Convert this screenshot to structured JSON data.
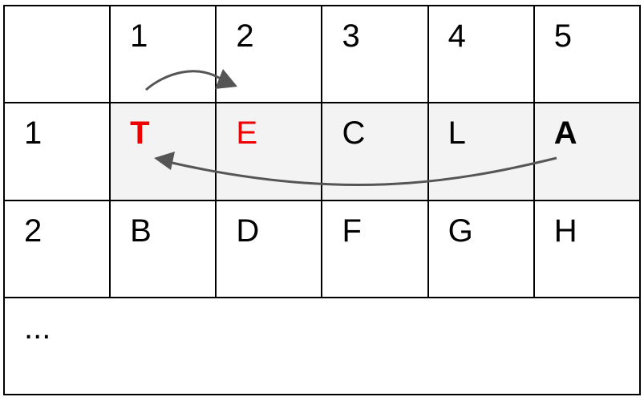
{
  "header": [
    "",
    "1",
    "2",
    "3",
    "4",
    "5"
  ],
  "rows": [
    {
      "index": "1",
      "cells": [
        {
          "text": "T",
          "color": "#ee0000",
          "bold": true
        },
        {
          "text": "E",
          "color": "#ee0000",
          "bold": false
        },
        {
          "text": "C",
          "color": "#000000",
          "bold": false
        },
        {
          "text": "L",
          "color": "#000000",
          "bold": false
        },
        {
          "text": "A",
          "color": "#000000",
          "bold": true
        }
      ],
      "highlight": "#f3f3f3"
    },
    {
      "index": "2",
      "cells": [
        {
          "text": "B"
        },
        {
          "text": "D"
        },
        {
          "text": "F"
        },
        {
          "text": "G"
        },
        {
          "text": "H"
        }
      ]
    }
  ],
  "footer": "...",
  "arrows": [
    {
      "from": "T",
      "to": "E",
      "meaning": "shift right"
    },
    {
      "from": "A",
      "to": "T",
      "meaning": "move to first"
    }
  ],
  "colors": {
    "arrow": "#555555",
    "grid": "#000000",
    "highlight": "#f3f3f3",
    "accent": "#ee0000"
  }
}
